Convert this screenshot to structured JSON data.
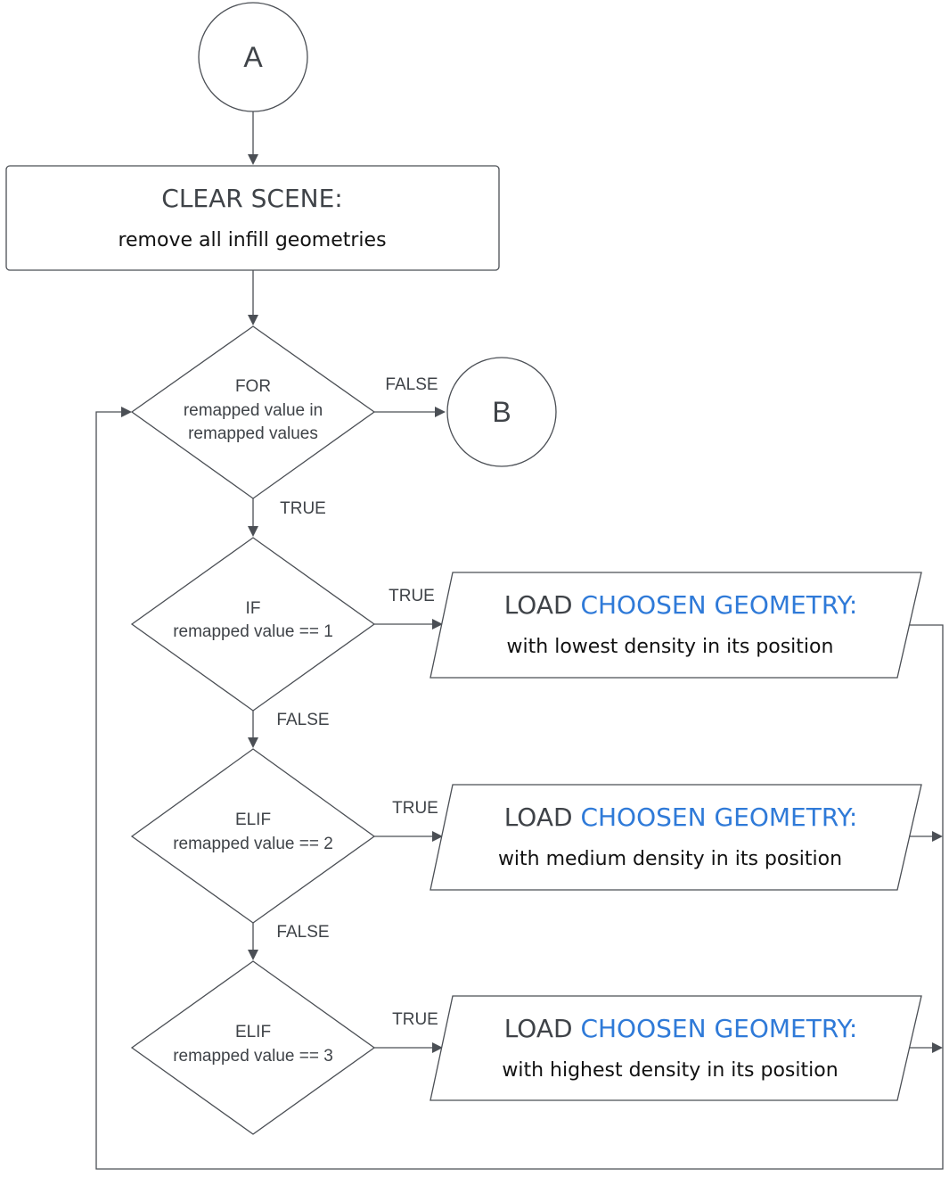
{
  "connectors": {
    "start": "A",
    "end": "B"
  },
  "clear_scene": {
    "title": "CLEAR SCENE:",
    "subtitle": "remove all infill geometries"
  },
  "for_loop": {
    "line1": "FOR",
    "line2": "remapped value in",
    "line3": "remapped values"
  },
  "if_block": {
    "line1": "IF",
    "line2": "remapped value == 1"
  },
  "elif2": {
    "line1": "ELIF",
    "line2": "remapped value == 2"
  },
  "elif3": {
    "line1": "ELIF",
    "line2": "remapped value == 3"
  },
  "load_common": {
    "prefix": "LOAD ",
    "highlight": "CHOOSEN GEOMETRY:"
  },
  "load_low": {
    "subtitle": "with lowest density in its position"
  },
  "load_med": {
    "subtitle": "with medium density in its position"
  },
  "load_high": {
    "subtitle": "with highest density in its position"
  },
  "labels": {
    "for_false": "FALSE",
    "for_true": "TRUE",
    "if_true": "TRUE",
    "if_false": "FALSE",
    "elif2_true": "TRUE",
    "elif2_false": "FALSE",
    "elif3_true": "TRUE"
  },
  "colors": {
    "stroke": "#4b4f55",
    "accent": "#2f7ad8"
  }
}
